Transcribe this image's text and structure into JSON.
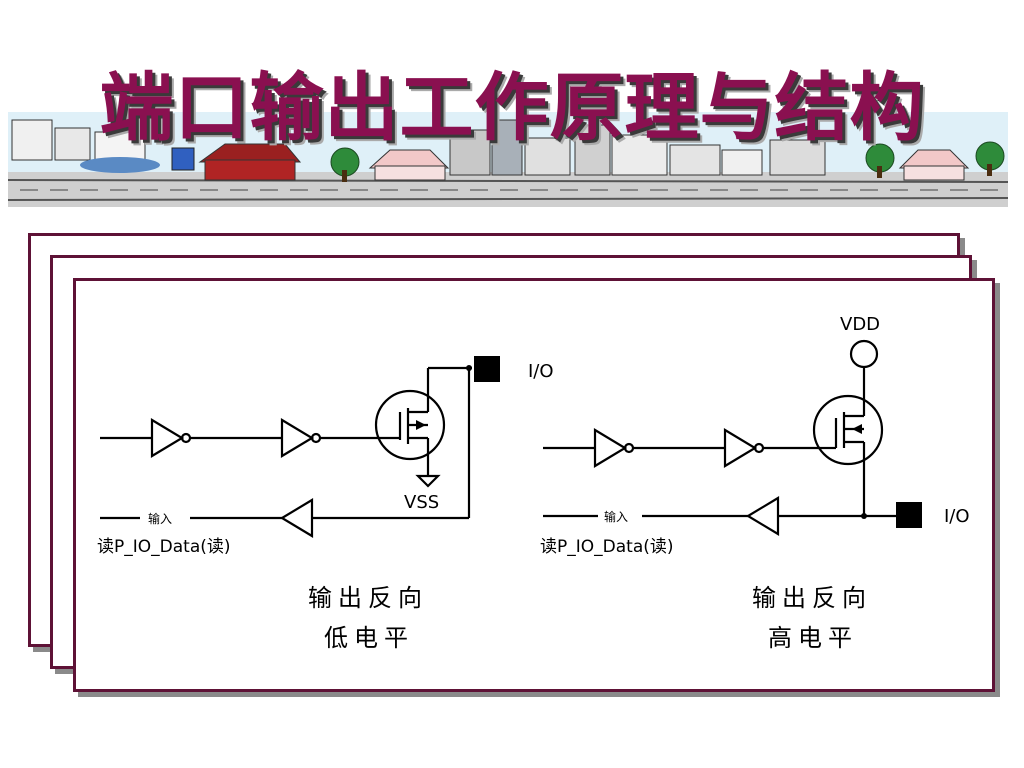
{
  "slide": {
    "title": "端口输出工作原理与结构"
  },
  "circuit_low": {
    "io_label": "I/O",
    "vss_label": "VSS",
    "input_label": "输入",
    "read_label": "读P_IO_Data(读)",
    "caption_line1": "输出反向",
    "caption_line2": "低电平"
  },
  "circuit_high": {
    "vdd_label": "VDD",
    "io_label": "I/O",
    "input_label": "输入",
    "read_label": "读P_IO_Data(读)",
    "caption_line1": "输出反向",
    "caption_line2": "高电平"
  },
  "colors": {
    "title": "#8a1050",
    "card_border": "#5e1236"
  }
}
